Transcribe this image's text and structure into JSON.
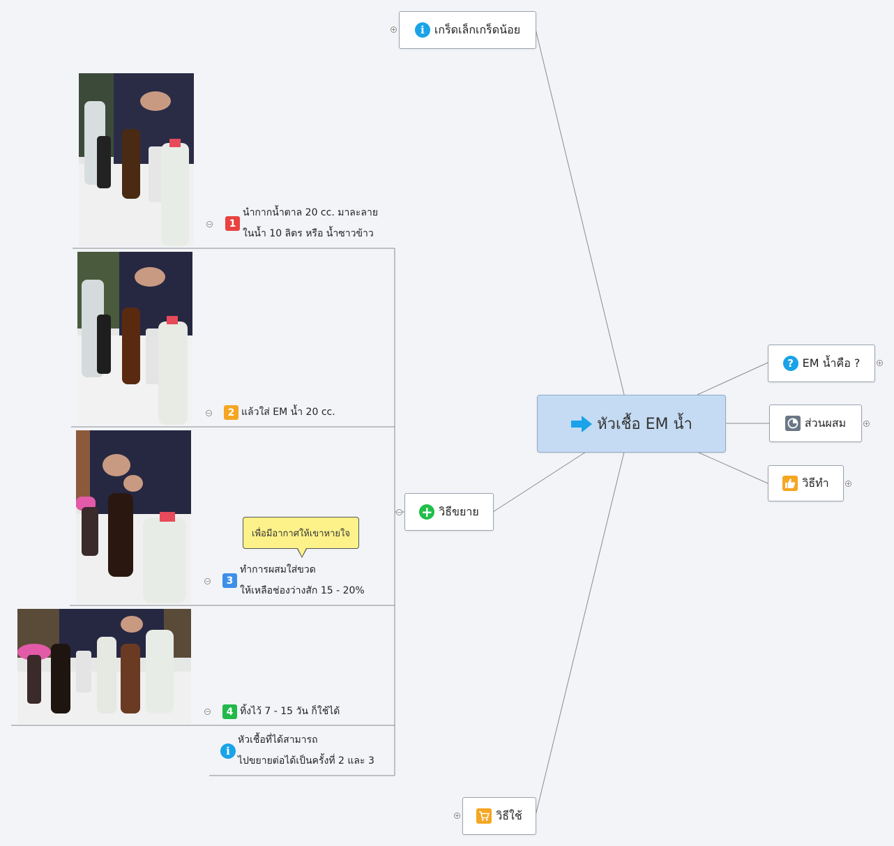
{
  "colors": {
    "background": "#f2f4f8",
    "central_fill": "#c5dbf3",
    "info_blue": "#1aa3e8",
    "plus_green": "#1fbf4a",
    "orange": "#f5a623",
    "step1_red": "#e8433e",
    "step2_orange": "#f5a623",
    "step3_blue": "#3d8fe8",
    "step4_green": "#22b84a",
    "callout_yellow": "#fdf28a"
  },
  "central": {
    "label": "หัวเชื้อ EM น้ำ",
    "icon": "arrow-right-icon"
  },
  "branches": {
    "tips": {
      "label": "เกร็ดเล็กเกร็ดน้อย",
      "icon": "info-icon"
    },
    "what_is": {
      "label": "EM น้ำคือ ?",
      "icon": "question-icon"
    },
    "ingredients": {
      "label": "ส่วนผสม",
      "icon": "pie-chart-icon"
    },
    "how_to_make": {
      "label": "วิธีทำ",
      "icon": "thumbs-up-icon"
    },
    "how_to_expand": {
      "label": "วิธีขยาย",
      "icon": "plus-circle-icon"
    },
    "how_to_use": {
      "label": "วิธีใช้",
      "icon": "cart-icon"
    }
  },
  "steps": [
    {
      "number": "1",
      "line1": "นำกากน้ำตาล 20 cc. มาละลาย",
      "line2": "ในน้ำ 10 ลิตร  หรือ น้ำซาวข้าว",
      "photo": "bottles-stirring-photo"
    },
    {
      "number": "2",
      "line1": "แล้วใส่ EM น้ำ 20 cc.",
      "line2": "",
      "photo": "bottles-adding-em-photo"
    },
    {
      "number": "3",
      "line1": "ทำการผสมใส่ขวด",
      "line2": "ให้เหลือช่องว่างสัก 15 - 20%",
      "photo": "bottles-filling-photo"
    },
    {
      "number": "4",
      "line1": "ทิ้งไว้ 7 - 15 วัน ก็ใช้ได้",
      "line2": "",
      "photo": "bottles-finished-photo"
    }
  ],
  "callout": {
    "text": "เพื่อมีอากาศให้เขาหายใจ"
  },
  "note": {
    "line1": "หัวเชื้อที่ได้สามารถ",
    "line2": "ไปขยายต่อได้เป็นครั้งที่ 2 และ 3",
    "icon": "info-icon"
  },
  "toggle_symbols": {
    "collapsed": "+",
    "expanded": "−"
  }
}
